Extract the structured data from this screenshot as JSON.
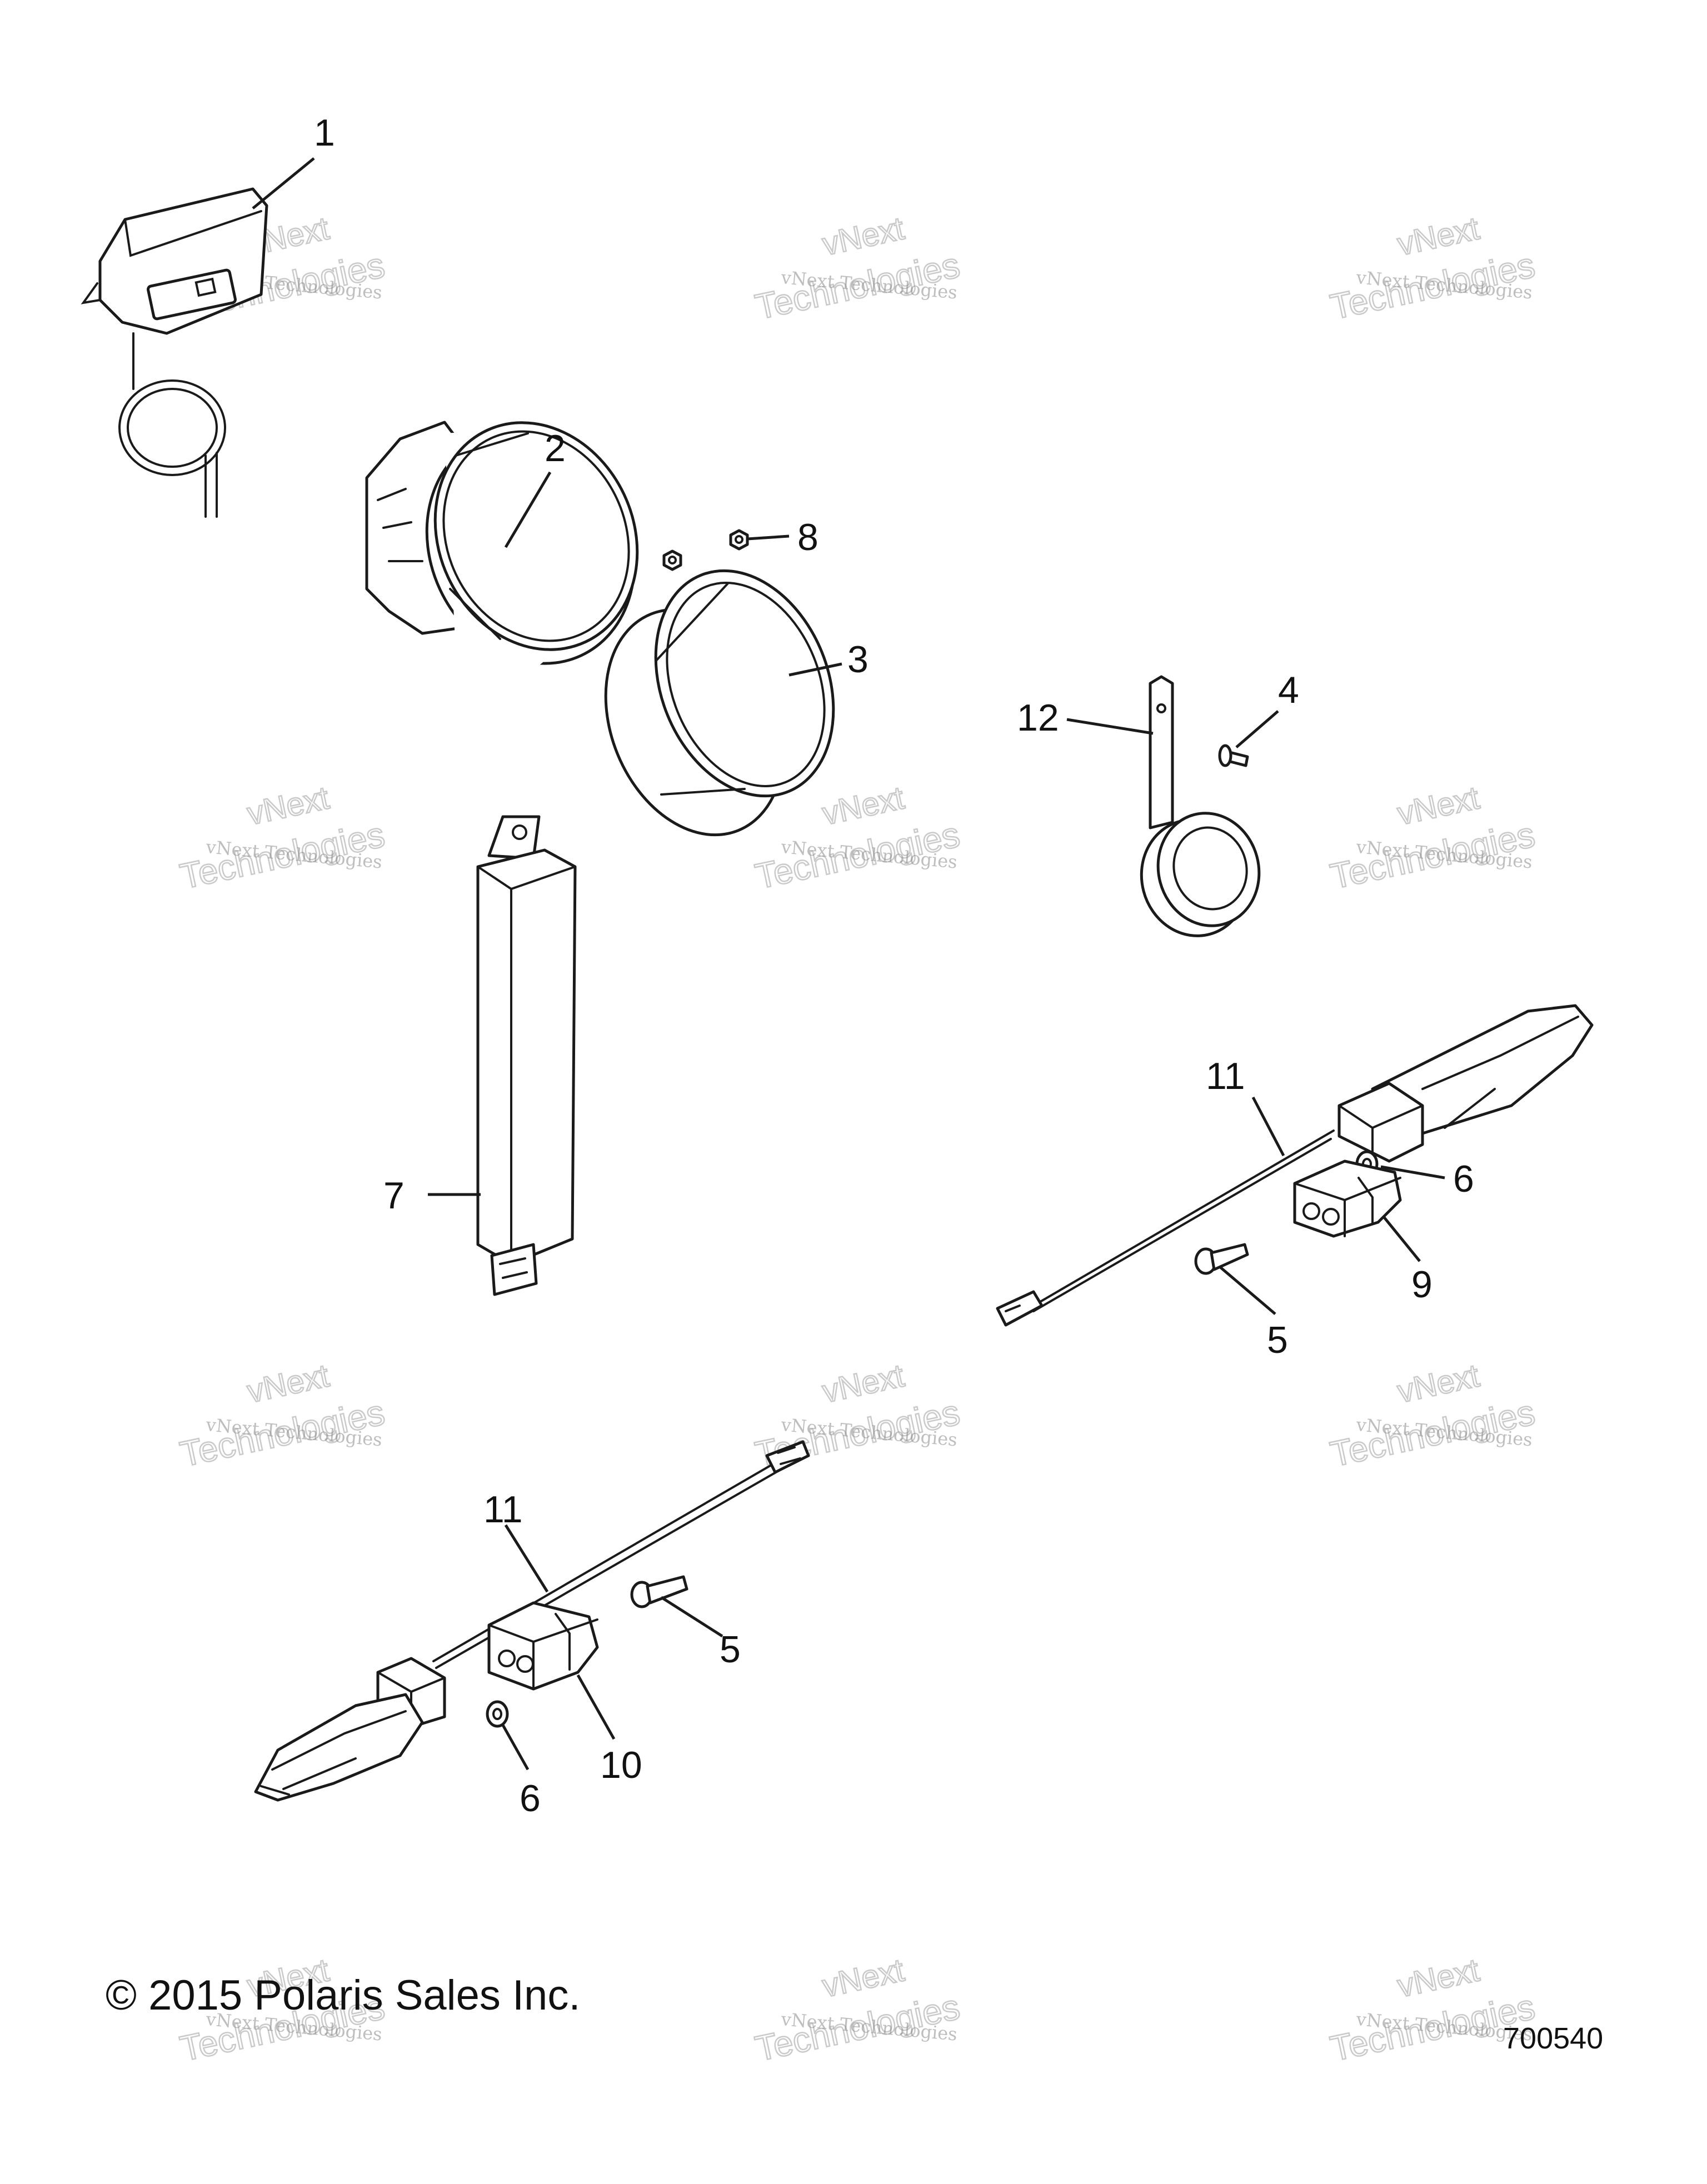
{
  "diagram": {
    "callouts": [
      "1",
      "2",
      "3",
      "4",
      "5",
      "5",
      "6",
      "6",
      "7",
      "8",
      "9",
      "10",
      "11",
      "11",
      "12"
    ],
    "watermark": {
      "small": "vNext Technologies",
      "large": "Technologies",
      "large_top": "vNext"
    }
  },
  "footer": {
    "copyright": "© 2015 Polaris Sales Inc.",
    "figure_id": "700540"
  }
}
